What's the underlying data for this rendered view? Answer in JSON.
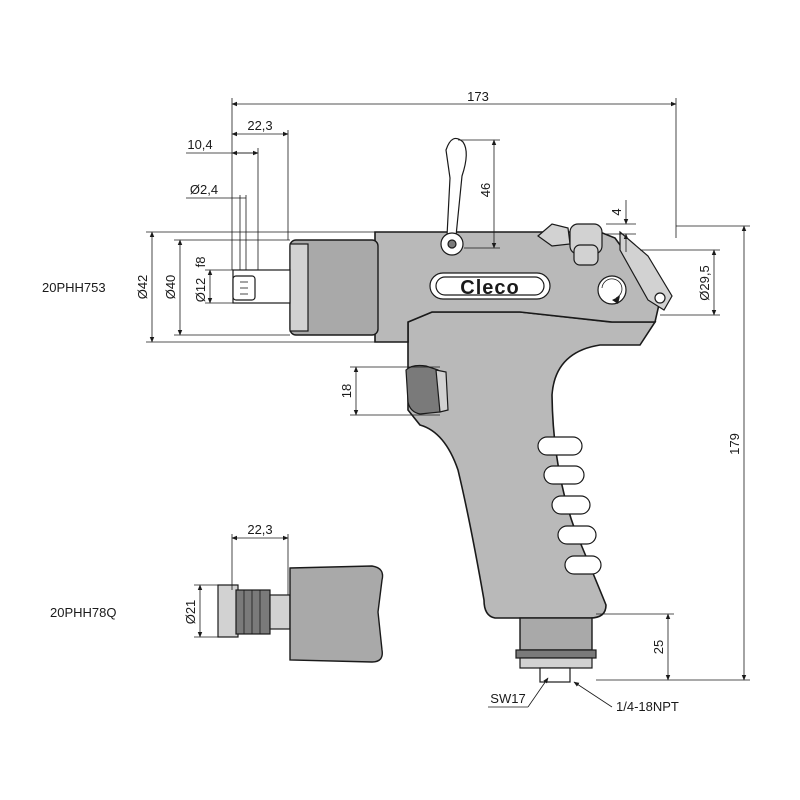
{
  "models": {
    "main": "20PHH753",
    "attachment": "20PHH78Q"
  },
  "brand": "Cleco",
  "dimensions": {
    "overall_length": "173",
    "front_length": "22,3",
    "bit_length": "10,4",
    "bit_diameter": "Ø2,4",
    "trigger_height": "46",
    "top_offset": "4",
    "diameter_42": "Ø42",
    "diameter_40": "Ø40",
    "diameter_12": "Ø12",
    "tolerance_f8": "f8",
    "diameter_29_5": "Ø29,5",
    "overall_height": "179",
    "trigger_width": "18",
    "inlet_height": "25",
    "attachment_length": "22,3",
    "attachment_diameter": "Ø21",
    "wrench_size": "SW17",
    "thread": "1/4-18NPT"
  }
}
